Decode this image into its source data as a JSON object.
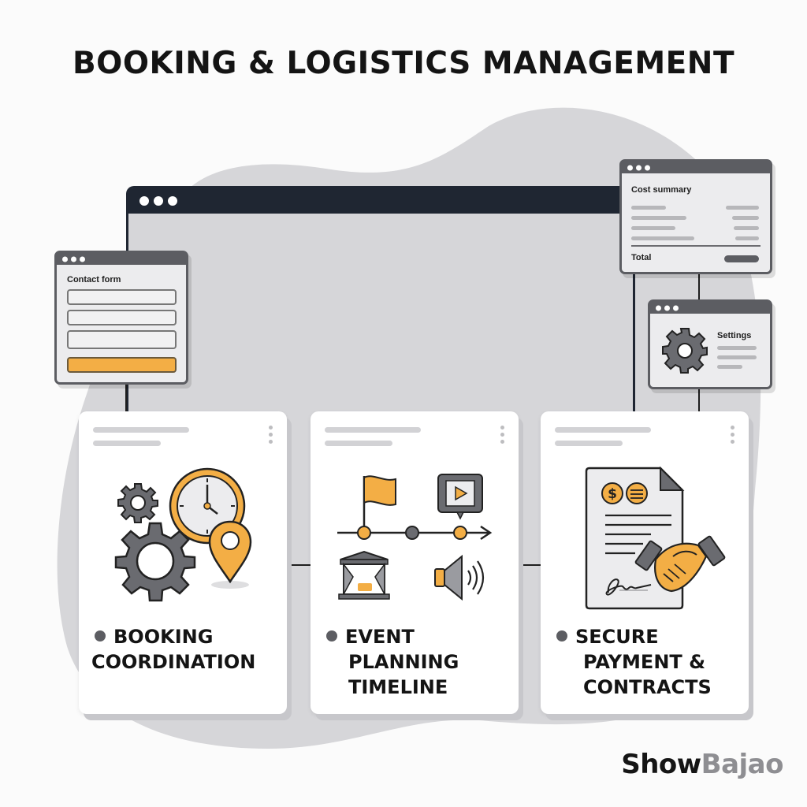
{
  "title": "BOOKING & LOGISTICS MANAGEMENT",
  "colors": {
    "accent": "#f3ae45",
    "dark": "#1f2632",
    "gray": "#5c5d62",
    "blob": "#d6d6d9",
    "text": "#141414"
  },
  "windows": {
    "main": {
      "controls_icon": "window-dots"
    },
    "contact_form": {
      "label": "Contact form",
      "fields": 3,
      "button_color": "#f3ae45"
    },
    "cost_summary": {
      "label": "Cost summary",
      "total_label": "Total"
    },
    "settings": {
      "label": "Settings",
      "icon": "gear-icon"
    }
  },
  "cards": [
    {
      "label_lines": [
        "BOOKING",
        "COORDINATION"
      ],
      "icons": [
        "gear-icon",
        "clock-icon",
        "location-pin-icon"
      ]
    },
    {
      "label_lines": [
        "EVENT",
        "PLANNING",
        "TIMELINE"
      ],
      "icons": [
        "flag-icon",
        "video-play-icon",
        "timeline-icon",
        "stage-icon",
        "speaker-icon"
      ]
    },
    {
      "label_lines": [
        "SECURE",
        "PAYMENT &",
        "CONTRACTS"
      ],
      "icons": [
        "contract-document-icon",
        "dollar-coin-icon",
        "handshake-icon",
        "signature-icon"
      ]
    }
  ],
  "brand": {
    "part1": "Show",
    "part2": "Bajao"
  }
}
